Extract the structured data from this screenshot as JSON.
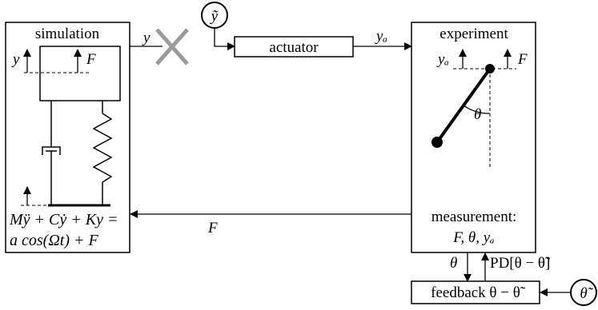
{
  "simulation": {
    "title": "simulation",
    "y": "y",
    "F": "F",
    "equation_line1": "Mÿ + Cẏ + Ky =",
    "equation_line2": "a cos(Ωt) + F"
  },
  "signals": {
    "y_out": "y",
    "y_tilde": "ỹ",
    "y_a": "yₐ",
    "F_return": "F"
  },
  "actuator": {
    "label": "actuator"
  },
  "experiment": {
    "title": "experiment",
    "y_a": "yₐ",
    "F": "F",
    "theta": "θ",
    "measurement_line1": "measurement:",
    "measurement_line2": "F, θ, yₐ"
  },
  "feedback": {
    "label": "feedback θ − θ̃",
    "theta_down": "θ",
    "pd_label": "PD[θ − θ̃]",
    "theta_tilde": "θ̃"
  }
}
